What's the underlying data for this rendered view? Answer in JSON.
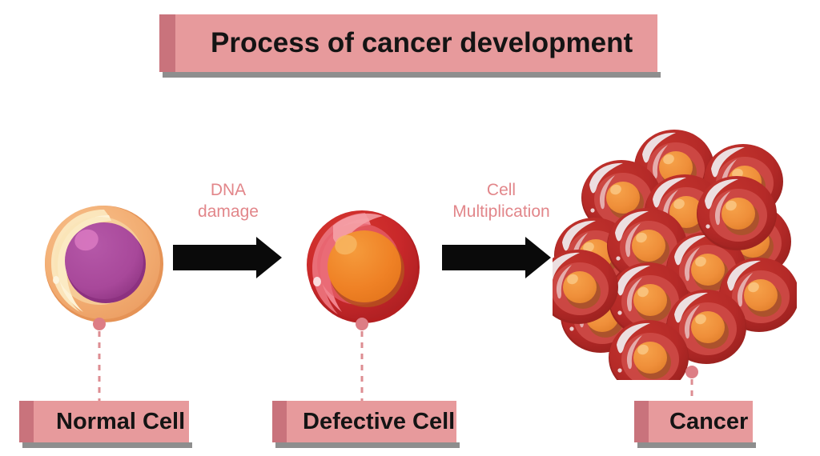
{
  "title": {
    "text": "Process of cancer development"
  },
  "steps": [
    {
      "id": "dna-damage",
      "caption": "DNA\ndamage"
    },
    {
      "id": "cell-multiplication",
      "caption": "Cell\nMultiplication"
    }
  ],
  "stages": [
    {
      "id": "normal-cell",
      "label": "Normal Cell",
      "icon": "normal-cell-icon"
    },
    {
      "id": "defective-cell",
      "label": "Defective Cell",
      "icon": "defective-cell-icon"
    },
    {
      "id": "cancer",
      "label": "Cancer",
      "icon": "cancer-cell-cluster-icon"
    }
  ],
  "colors": {
    "banner_fill": "#e79a9c",
    "banner_accent": "#c9737c",
    "banner_shadow": "#8e8e8e",
    "title_text": "#141414",
    "caption_text": "#e2868a",
    "arrow": "#0a0a0a",
    "background": "#ffffff",
    "normal_cell_membrane": "#f0a868",
    "normal_cell_inner": "#fbe3b4",
    "normal_cell_nucleus": "#a8489a",
    "defective_cell_membrane": "#c9282a",
    "defective_cell_inner": "#e8636e",
    "defective_cell_nucleus": "#ef8125",
    "cancer_cell_body": "#b52a28",
    "cancer_cell_inner": "#cd4a45",
    "cancer_cell_nucleus": "#ef8f3a",
    "leader_line": "#dd8d92"
  }
}
